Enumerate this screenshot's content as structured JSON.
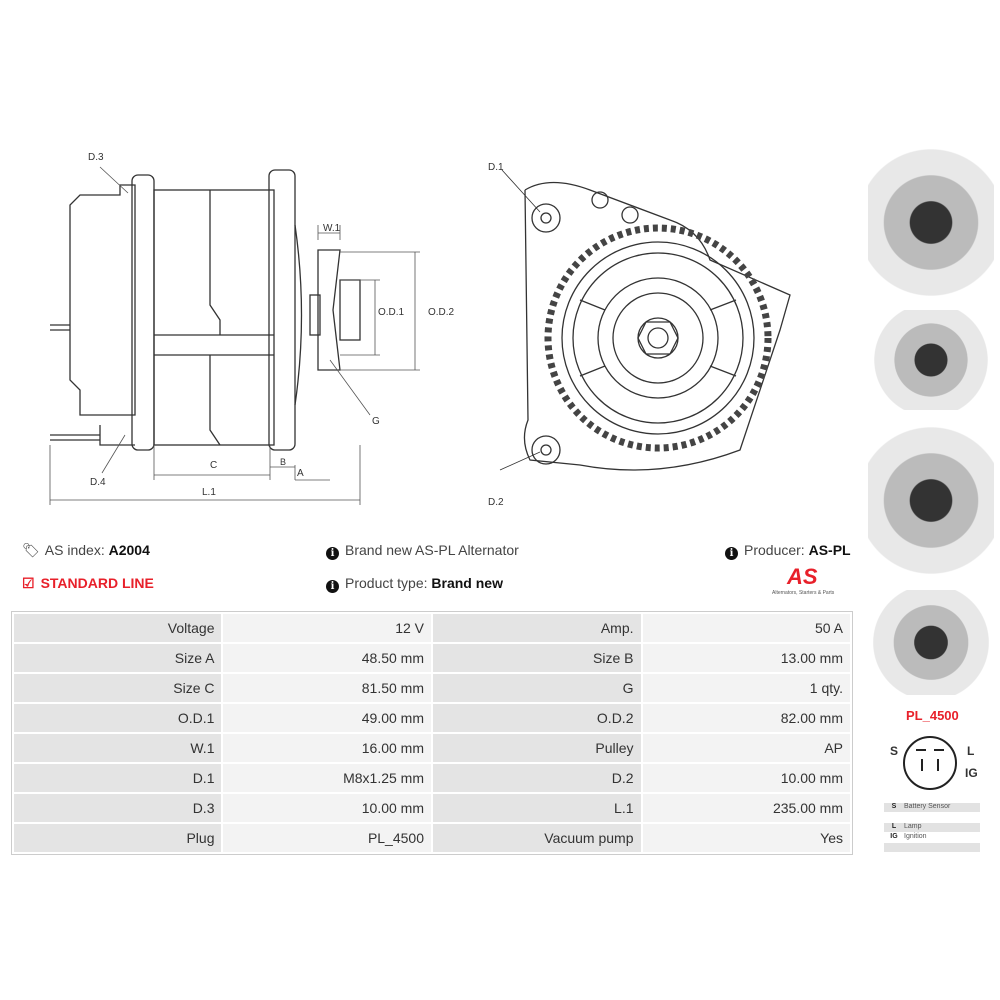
{
  "drawing_labels": {
    "d3": "D.3",
    "d4": "D.4",
    "w1": "W.1",
    "od1": "O.D.1",
    "od2": "O.D.2",
    "g": "G",
    "c": "C",
    "b": "B",
    "a": "A",
    "l1": "L.1",
    "d1": "D.1",
    "d2": "D.2"
  },
  "info": {
    "as_index_label": "AS index:",
    "as_index_value": "A2004",
    "line": "STANDARD LINE",
    "description": "Brand new AS-PL Alternator",
    "product_type_label": "Product type:",
    "product_type_value": "Brand new",
    "producer_label": "Producer:",
    "producer_value": "AS-PL",
    "logo_text": "AS",
    "logo_tagline": "Alternators, Starters & Parts"
  },
  "colors": {
    "accent": "#e8202a"
  },
  "specs": [
    [
      "Voltage",
      "12 V",
      "Amp.",
      "50 A"
    ],
    [
      "Size A",
      "48.50 mm",
      "Size B",
      "13.00 mm"
    ],
    [
      "Size C",
      "81.50 mm",
      "G",
      "1 qty."
    ],
    [
      "O.D.1",
      "49.00 mm",
      "O.D.2",
      "82.00 mm"
    ],
    [
      "W.1",
      "16.00 mm",
      "Pulley",
      "AP"
    ],
    [
      "D.1",
      "M8x1.25 mm",
      "D.2",
      "10.00 mm"
    ],
    [
      "D.3",
      "10.00 mm",
      "L.1",
      "235.00 mm"
    ],
    [
      "Plug",
      "PL_4500",
      "Vacuum pump",
      "Yes"
    ]
  ],
  "plug": {
    "name": "PL_4500",
    "s": "S",
    "l": "L",
    "ig": "IG",
    "legend": [
      [
        "S",
        "Battery Sensor"
      ],
      [
        "L",
        "Lamp"
      ],
      [
        "IG",
        "Ignition"
      ]
    ]
  }
}
